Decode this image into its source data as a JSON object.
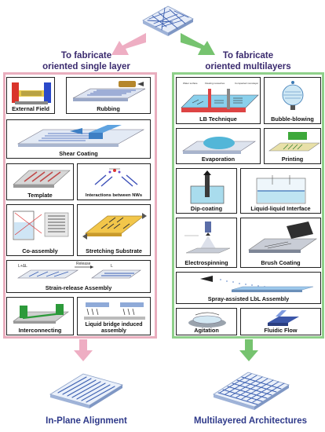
{
  "branches": {
    "left_heading_line1": "To fabricate",
    "left_heading_line2": "oriented single layer",
    "right_heading_line1": "To fabricate",
    "right_heading_line2": "oriented multilayers"
  },
  "single_layer_methods": [
    {
      "label": "External Field"
    },
    {
      "label": "Rubbing"
    },
    {
      "label": "Shear Coating"
    },
    {
      "label": "Template"
    },
    {
      "label": "Interactions between NWs"
    },
    {
      "label": "Co-assembly"
    },
    {
      "label": "Stretching Substrate"
    },
    {
      "label": "Strain-release Assembly"
    },
    {
      "label": "Interconnecting"
    },
    {
      "label": "Liquid bridge induced assembly"
    }
  ],
  "multilayer_methods": [
    {
      "label": "LB Technique"
    },
    {
      "label": "Bubble-blowing"
    },
    {
      "label": "Evaporation"
    },
    {
      "label": "Printing"
    },
    {
      "label": "Dip-coating"
    },
    {
      "label": "Liquid-liquid Interface"
    },
    {
      "label": "Electrospinning"
    },
    {
      "label": "Brush Coating"
    },
    {
      "label": "Spray-assisted LbL Assembly"
    },
    {
      "label": "Agitation"
    },
    {
      "label": "Fluidic Flow"
    }
  ],
  "illustration_text": {
    "strain_release_start": "L+ΔL",
    "strain_release_release": "Release",
    "strain_release_end": "L",
    "lb_labels": [
      "Water surface",
      "Floating nanowires",
      "Compacted monolayer"
    ]
  },
  "outcomes": {
    "left": "In-Plane Alignment",
    "right": "Multilayered Architectures"
  },
  "colors": {
    "left_branch": "#e9aebe",
    "right_branch": "#8fd08a",
    "heading_text": "#3a2a6e",
    "outcome_text": "#2f3a8a"
  }
}
